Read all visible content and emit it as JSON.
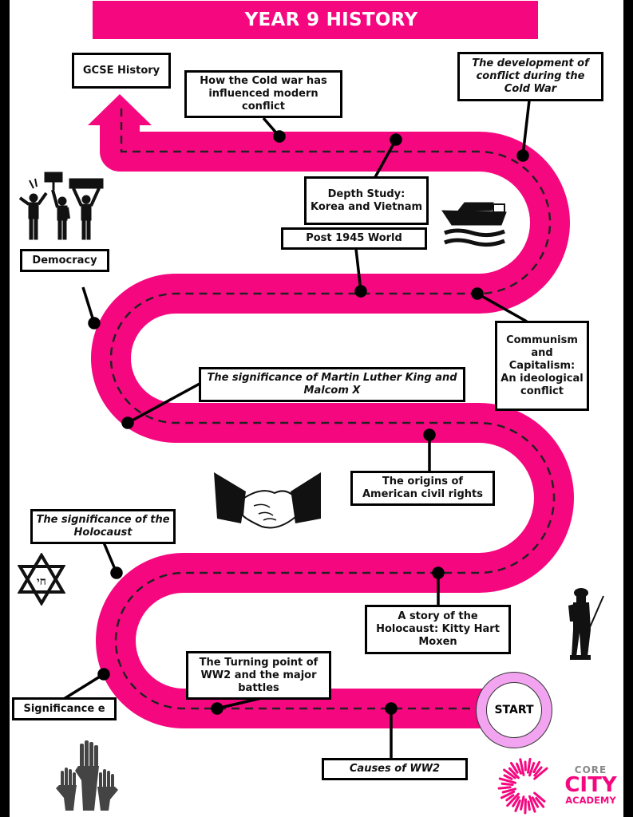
{
  "title": "YEAR 9 HISTORY",
  "colors": {
    "road": "#f5087f",
    "start_ring": "#f2a4f0",
    "logo": "#f5087f",
    "border": "#000000"
  },
  "endpoint": "GCSE History",
  "start_label": "START",
  "topics": [
    {
      "id": "causes-ww2",
      "label": "Causes of WW2",
      "italic": true
    },
    {
      "id": "turning-point-ww2",
      "label": "The Turning point of WW2 and the major battles",
      "italic": false
    },
    {
      "id": "significance",
      "label": "Significance e",
      "italic": false
    },
    {
      "id": "kitty-hart-moxen",
      "label": "A story of the Holocaust: Kitty Hart Moxen",
      "italic": false
    },
    {
      "id": "significance-holocaust",
      "label": "The significance of the Holocaust",
      "italic": true
    },
    {
      "id": "origins-civil-rights",
      "label": "The origins of American civil rights",
      "italic": false
    },
    {
      "id": "mlk-malcolm-x",
      "label": "The significance of Martin Luther King and Malcom X",
      "italic": true
    },
    {
      "id": "democracy",
      "label": "Democracy",
      "italic": false
    },
    {
      "id": "communism-capitalism",
      "label": "Communism and Capitalism: An ideological conflict",
      "italic": false
    },
    {
      "id": "post-1945-world",
      "label": "Post 1945 World",
      "italic": false
    },
    {
      "id": "depth-study",
      "label": "Depth Study: Korea and Vietnam",
      "italic": false
    },
    {
      "id": "cold-war-development",
      "label": "The development of conflict during the Cold War",
      "italic": true
    },
    {
      "id": "cold-war-modern",
      "label": "How the Cold war has influenced modern conflict",
      "italic": false
    }
  ],
  "icons": [
    "protest-icon",
    "boat-icon",
    "handshake-icon",
    "star-of-david-icon",
    "soldier-icon",
    "raised-hands-icon",
    "academy-logo-icon",
    "arrow-up-icon"
  ],
  "logo": {
    "line1": "CORE",
    "line2": "CITY",
    "line3": "ACADEMY"
  }
}
